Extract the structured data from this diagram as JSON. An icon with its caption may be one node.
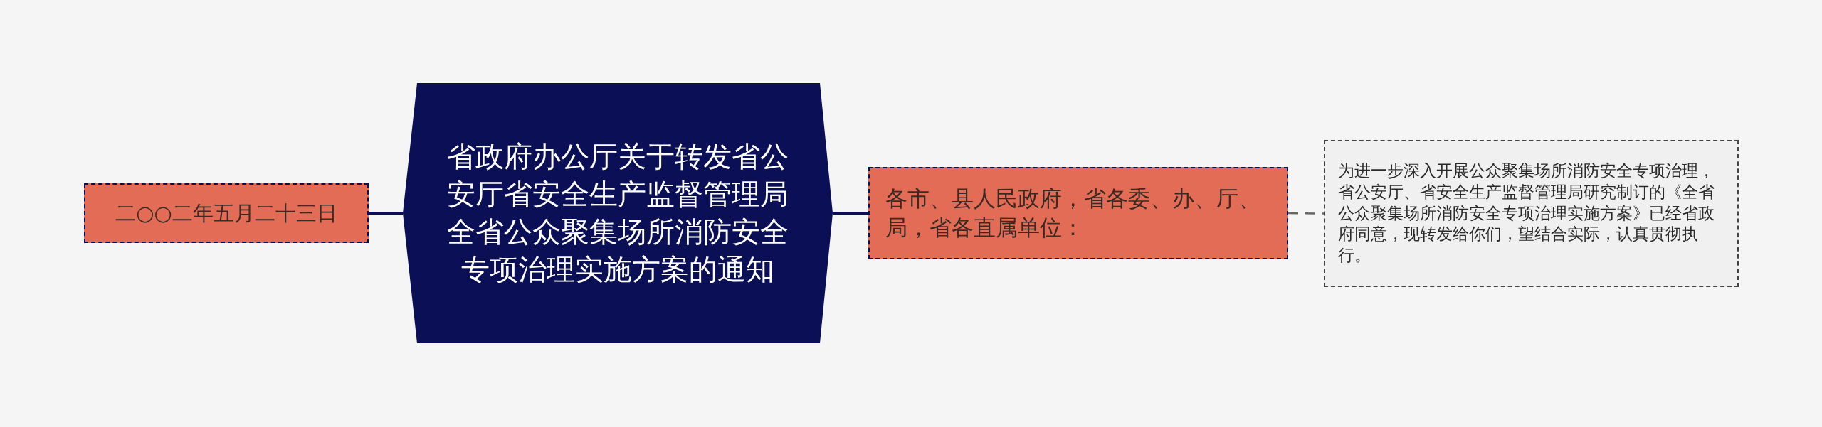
{
  "diagram": {
    "nodes": [
      {
        "text": [
          "二○○二年五月二十三日"
        ]
      },
      {
        "text": [
          "省政府办公厅关于转发省公安厅省安全生产监督管理局全省公众聚集场所消防安全专项治理实施方案的通知"
        ]
      },
      {
        "text": [
          "各市、县人民政府，省各委、办、厅、局，省各直属单位："
        ]
      },
      {
        "text": [
          "为进一步深入开展公众聚集场所消防安全专项治理，省公安厅、省安全生产监督管理局研究制订的《全省公众聚集场所消防安全专项治理实施方案》已经省政府同意，现转发给你们，望结合实际，认真贯彻执行。"
        ]
      }
    ],
    "edges": [
      {
        "from": 1,
        "to": 0,
        "arrow": "none"
      },
      {
        "from": 1,
        "to": 2,
        "arrow": "none"
      },
      {
        "from": 2,
        "to": 3,
        "arrow": "none",
        "style": "dashed",
        "color": "#666666"
      }
    ]
  }
}
